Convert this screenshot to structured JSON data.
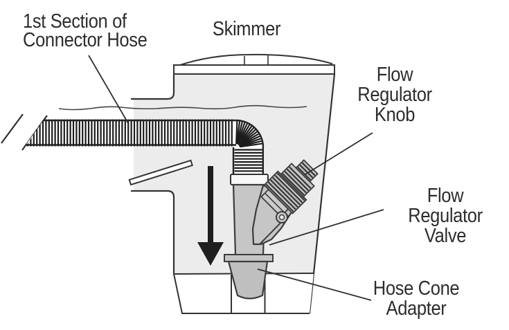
{
  "figure": {
    "labels": {
      "connector_hose": "1st Section of\nConnector Hose",
      "skimmer": "Skimmer",
      "flow_regulator_knob": "Flow\nRegulator\nKnob",
      "flow_regulator_valve": "Flow Regulator\nValve",
      "hose_cone_adapter": "Hose Cone\nAdapter"
    },
    "icons": {
      "flow_direction_arrow": "down-arrow"
    },
    "colors": {
      "background": "#ffffff",
      "outline": "#333333",
      "rib": "#1b1b1b",
      "skimmer_body_fill": "#ececec",
      "part_fill": "#c6c6c6",
      "knob_fill": "#c8c8c8",
      "cone_fill": "#bfbfbf",
      "lid_fill": "#ffffff",
      "arrow_fill": "#1f1f1f",
      "text_color": "#2d2d30"
    }
  }
}
